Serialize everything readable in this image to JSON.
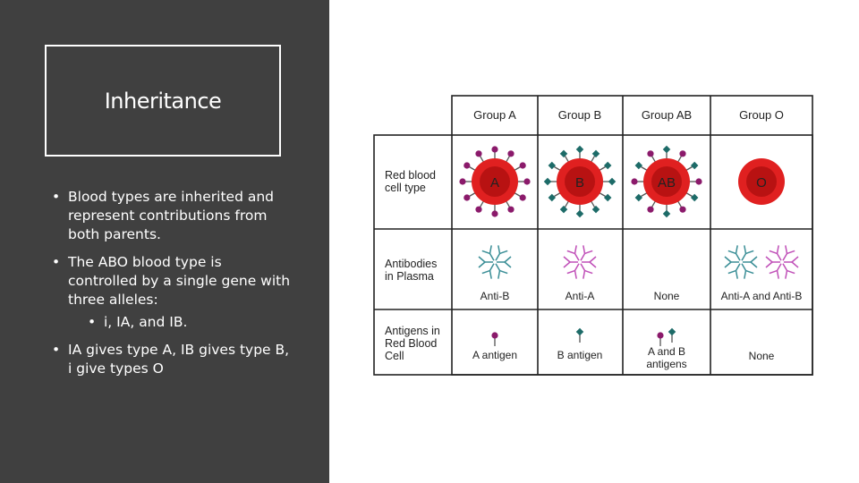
{
  "slide": {
    "title": "Inheritance",
    "bullets": [
      "Blood types are inherited and represent contributions from both parents.",
      "The ABO blood type is controlled by a single gene with three alleles:",
      "IA gives type A, IB gives type B, i give types O"
    ],
    "sub_bullet": "i, IA, and IB.",
    "bullet_glyph": "•"
  },
  "table": {
    "headers": [
      "Group A",
      "Group B",
      "Group AB",
      "Group O"
    ],
    "row_labels": {
      "cell_type": [
        "Red blood",
        "cell type"
      ],
      "antibodies": [
        "Antibodies",
        "in Plasma"
      ],
      "antigens": [
        "Antigens in",
        "Red Blood",
        "Cell"
      ]
    },
    "cell_letters": [
      "A",
      "B",
      "AB",
      "O"
    ],
    "antibody_labels": [
      "Anti-B",
      "Anti-A",
      "None",
      "Anti-A and Anti-B"
    ],
    "antigen_labels": [
      "A antigen",
      "B antigen",
      "",
      "None"
    ],
    "ab_antigen_label": [
      "A and B",
      "antigens"
    ],
    "colors": {
      "cell_red": "#e02020",
      "cell_dark": "#b01010",
      "antigen_a": "#8b1a6b",
      "antigen_b": "#1d6b68",
      "antibody_b": "#3a8e96",
      "antibody_a": "#c050b8"
    }
  }
}
